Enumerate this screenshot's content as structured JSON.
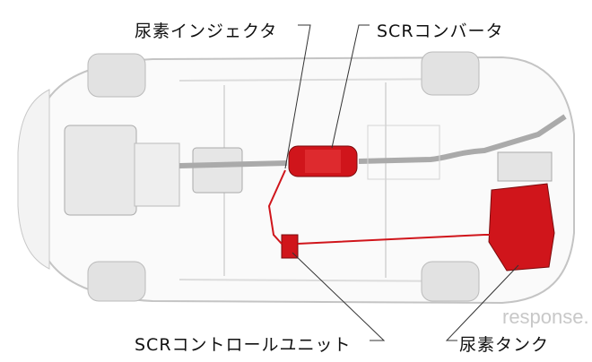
{
  "labels": {
    "urea_injector": "尿素インジェクタ",
    "scr_converter": "SCRコンバータ",
    "scr_control_unit": "SCRコントロールユニット",
    "urea_tank": "尿素タンク"
  },
  "watermark": "response.",
  "colors": {
    "highlight": "#d0151b",
    "outline": "#b8b8b8"
  }
}
